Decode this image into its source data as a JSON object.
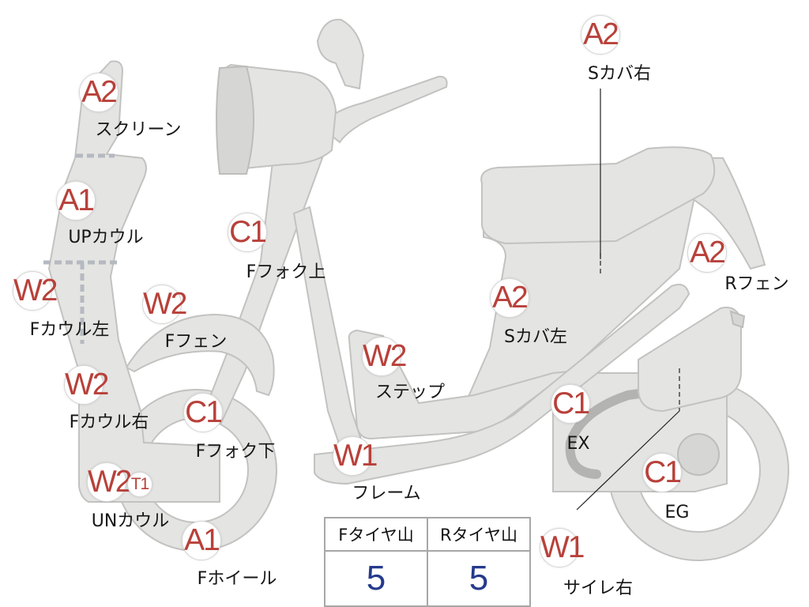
{
  "parts": [
    {
      "id": "screen",
      "grade": "A2",
      "label": "スクリーン"
    },
    {
      "id": "up_cowl",
      "grade": "A1",
      "label": "UPカウル"
    },
    {
      "id": "f_cowl_left",
      "grade": "W2",
      "label": "Fカウル左"
    },
    {
      "id": "f_cowl_right",
      "grade": "W2",
      "label": "Fカウル右"
    },
    {
      "id": "un_cowl",
      "grade": "W2",
      "sub_grade": "T1",
      "label": "UNカウル"
    },
    {
      "id": "f_fender",
      "grade": "W2",
      "label": "Fフェン"
    },
    {
      "id": "f_fork_upper",
      "grade": "C1",
      "label": "Fフォク上"
    },
    {
      "id": "f_fork_lower",
      "grade": "C1",
      "label": "Fフォク下"
    },
    {
      "id": "f_wheel",
      "grade": "A1",
      "label": "Fホイール"
    },
    {
      "id": "step",
      "grade": "W2",
      "label": "ステップ"
    },
    {
      "id": "frame",
      "grade": "W1",
      "label": "フレーム"
    },
    {
      "id": "s_cover_left",
      "grade": "A2",
      "label": "Sカバ左"
    },
    {
      "id": "s_cover_right",
      "grade": "A2",
      "label": "Sカバ右"
    },
    {
      "id": "r_fender",
      "grade": "A2",
      "label": "Rフェン"
    },
    {
      "id": "exhaust",
      "grade": "C1",
      "label": "EX"
    },
    {
      "id": "engine",
      "grade": "C1",
      "label": "EG"
    },
    {
      "id": "silencer_right",
      "grade": "W1",
      "label": "サイレ右"
    }
  ],
  "tire_table": {
    "headers": [
      "Fタイヤ山",
      "Rタイヤ山"
    ],
    "values": [
      "5",
      "5"
    ]
  },
  "colors": {
    "grade_text": "#b8413a",
    "tread_value": "#263a8c",
    "body_fill": "#e4e4e2",
    "outline": "#c2c2c0"
  }
}
